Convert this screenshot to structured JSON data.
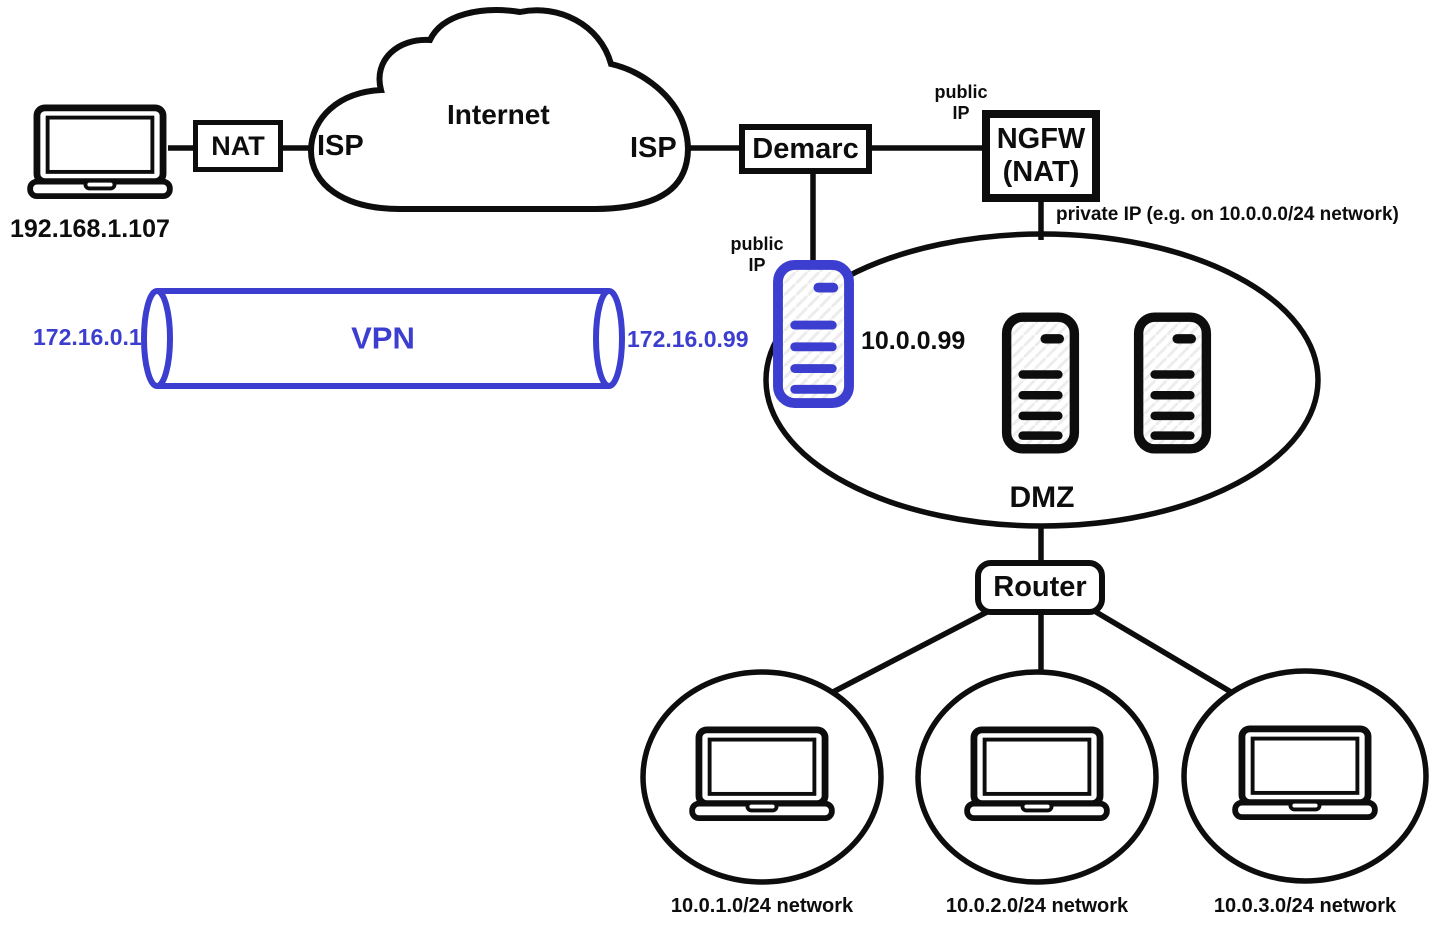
{
  "colors": {
    "stroke": "#0d0d0d",
    "vpn_blue": "#3c3ecf"
  },
  "icons": {
    "client_device": "laptop-icon",
    "server_device": "server-icon",
    "internet": "cloud-shape",
    "vpn": "tunnel-cylinder"
  },
  "labels": {
    "internet": "Internet",
    "isp_left": "ISP",
    "isp_right": "ISP",
    "nat": "NAT",
    "demarc": "Demarc",
    "ngfw": "NGFW\n(NAT)",
    "router": "Router",
    "dmz": "DMZ",
    "vpn": "VPN",
    "public_ip_wan": "public\nIP",
    "public_ip_vpn": "public\nIP",
    "private_ip_note": "private IP (e.g. on 10.0.0.0/24 network)"
  },
  "addresses": {
    "home_laptop": "192.168.1.107",
    "vpn_tunnel_client": "172.16.0.1",
    "vpn_tunnel_server": "172.16.0.99",
    "dmz_vpn_server": "10.0.0.99"
  },
  "networks": [
    "10.0.1.0/24 network",
    "10.0.2.0/24 network",
    "10.0.3.0/24 network"
  ]
}
